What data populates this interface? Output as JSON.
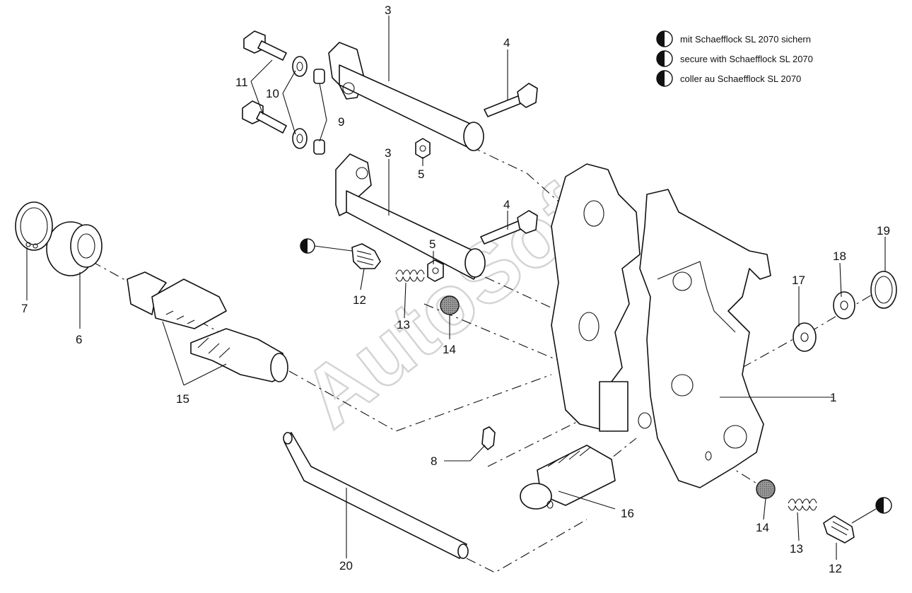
{
  "watermark": "AutoSoft",
  "legend": [
    {
      "text": "mit Schaefflock SL 2070 sichern"
    },
    {
      "text": "secure with Schaefflock SL 2070"
    },
    {
      "text": "coller au Schaefflock SL 2070"
    }
  ],
  "labels": {
    "p1": "1",
    "p3a": "3",
    "p3b": "3",
    "p4a": "4",
    "p4b": "4",
    "p5a": "5",
    "p5b": "5",
    "p6": "6",
    "p7": "7",
    "p8": "8",
    "p9": "9",
    "p10": "10",
    "p11": "11",
    "p12a": "12",
    "p12b": "12",
    "p13a": "13",
    "p13b": "13",
    "p14a": "14",
    "p14b": "14",
    "p15": "15",
    "p16": "16",
    "p17": "17",
    "p18": "18",
    "p19": "19",
    "p20": "20"
  },
  "colors": {
    "line": "#111111",
    "watermark": "#d4d4d4",
    "ball": "#8a8a8a"
  }
}
